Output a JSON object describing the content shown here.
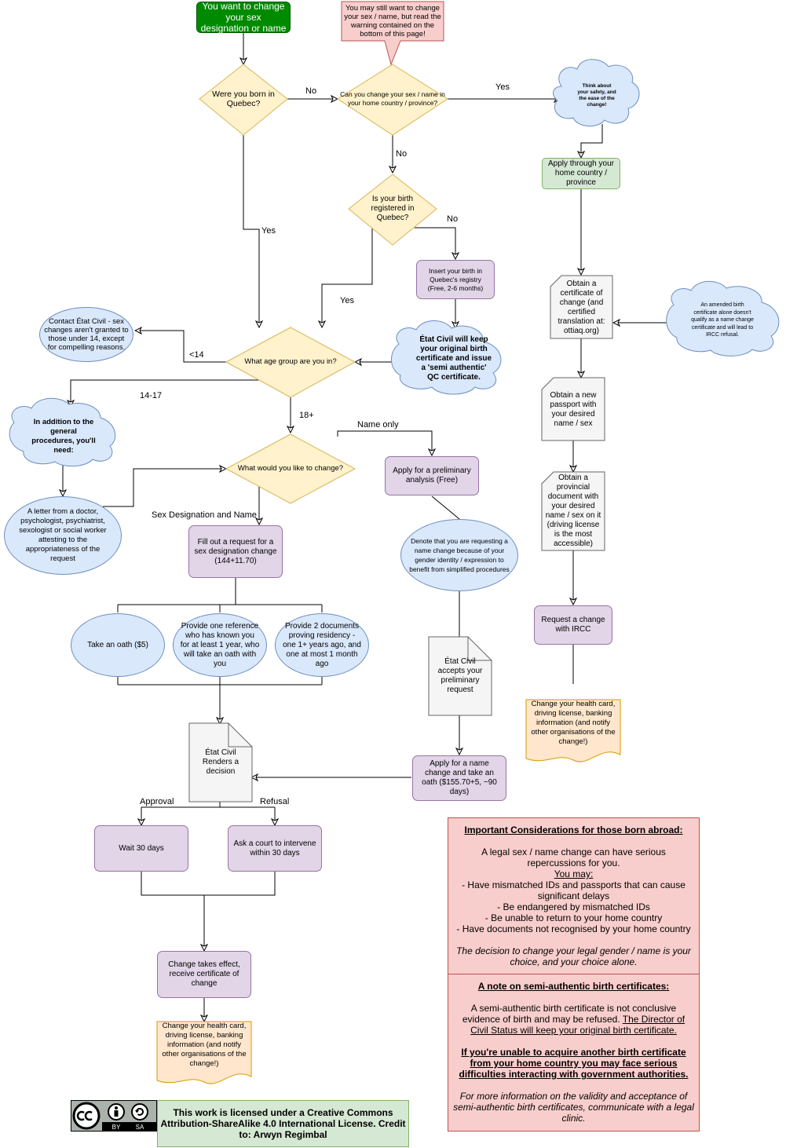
{
  "nodes": {
    "start": "You want to change your sex designation or name",
    "warning_callout": "You may still want to change your sex / name, but read the warning contained on the bottom of this page!",
    "born_quebec": "Were you born in Quebec?",
    "home_country_change": "Can you change your sex / name in your home country / province?",
    "think_cloud": "Think about your safety, and the ease of the change!",
    "apply_home": "Apply through your home country / province",
    "registered_quebec": "Is your birth registered in Quebec?",
    "insert_birth": "Insert your birth in Quebec's registry (Free, 2-6 months)",
    "etat_civil_keep": "État Civil will keep your original birth certificate and issue a 'semi authentic' QC certificate.",
    "age_group": "What age group are you in?",
    "contact_etat_civil": "Contact État Civil - sex changes aren't granted to those under 14, except for compelling reasons.",
    "in_addition": "In addition to the general procedures, you'll need:",
    "letter": "A letter from a doctor, psychologist, psychiatrist, sexologist or social worker attesting to the appropriateness of the request",
    "what_change": "What would you like to change?",
    "preliminary": "Apply for a preliminary analysis (Free)",
    "denote": "Denote that you are requesting a name change because of your gender identity / expression to benefit from simplified procedures",
    "fill_request": "Fill out a request for a sex designation change (144+11.70)",
    "oath": "Take an oath ($5)",
    "reference": "Provide one reference who has known you for at least 1 year, who will take an oath with you",
    "documents": "Provide 2 documents proving residency - one 1+ years ago, and one at most 1 month ago",
    "accepts_preliminary": "État Civil accepts your preliminary request",
    "renders_decision": "État Civil Renders a decision",
    "apply_name_change": "Apply for a name change and take an oath ($155.70+5, ~90 days)",
    "wait_30": "Wait 30 days",
    "ask_court": "Ask a court to intervene within 30 days",
    "takes_effect": "Change takes effect, receive certificate of change",
    "change_cards_left": "Change your health card, driving license, banking information (and notify other organisations of the change!)",
    "obtain_cert": "Obtain a certificate of change (and certified translation at: ottiaq.org)",
    "amended_cloud": "An amended birth certificate alone doesn't qualify as a name change certificate and will lead to IRCC refusal.",
    "new_passport": "Obtain a new passport with your desired name / sex",
    "provincial_doc": "Obtain a provincial document with your desired name / sex on it (driving license is the most accessible)",
    "request_ircc": "Request a change with IRCC",
    "change_cards_right": "Change your health card, driving license, banking information (and notify other organisations of the change!)"
  },
  "edge_labels": {
    "no_1": "No",
    "yes_1": "Yes",
    "no_2": "No",
    "yes_born": "Yes",
    "no_3": "No",
    "yes_reg": "Yes",
    "lt14": "<14",
    "age_14_17": "14-17",
    "age_18": "18+",
    "name_only": "Name only",
    "sex_and_name": "Sex Designation and Name",
    "approval": "Approval",
    "refusal": "Refusal"
  },
  "considerations": {
    "title": "Important Considerations for those born abroad:",
    "intro": "A legal sex / name change can have serious repercussions for you.",
    "you_may": "You may:",
    "bullets": [
      "- Have mismatched IDs and passports that can cause significant delays",
      "- Be endangered by mismatched IDs",
      "- Be unable to return to your home country",
      "- Have documents not recognised by your home country"
    ],
    "decision": "The decision to change your legal gender / name is your choice, and your choice alone.",
    "note_title": "A note on semi-authentic birth certificates:",
    "note_text": "A semi-authentic birth certificate is not conclusive evidence of birth and may be refused.",
    "note_underlined": "The Director of Civil Status will keep your original birth certificate.",
    "warning": "If you're unable to acquire another birth certificate from your home country you may face serious difficulties interacting with government authorities.",
    "more_info": "For more information on the validity and acceptance of semi-authentic birth certificates, communicate with a legal clinic."
  },
  "license": {
    "text": "This work is licensed under a Creative Commons Attribution-ShareAlike 4.0 International License. Credit to: Arwyn Regimbal",
    "badge_by": "BY",
    "badge_sa": "SA"
  },
  "colors": {
    "process": "#e1d5e7",
    "decision": "#fff2cc",
    "info": "#dae8fc",
    "warning": "#f8cecc",
    "success": "#d5e8d4",
    "start": "#008a00",
    "document": "#f5f5f5",
    "output": "#ffe6cc"
  }
}
